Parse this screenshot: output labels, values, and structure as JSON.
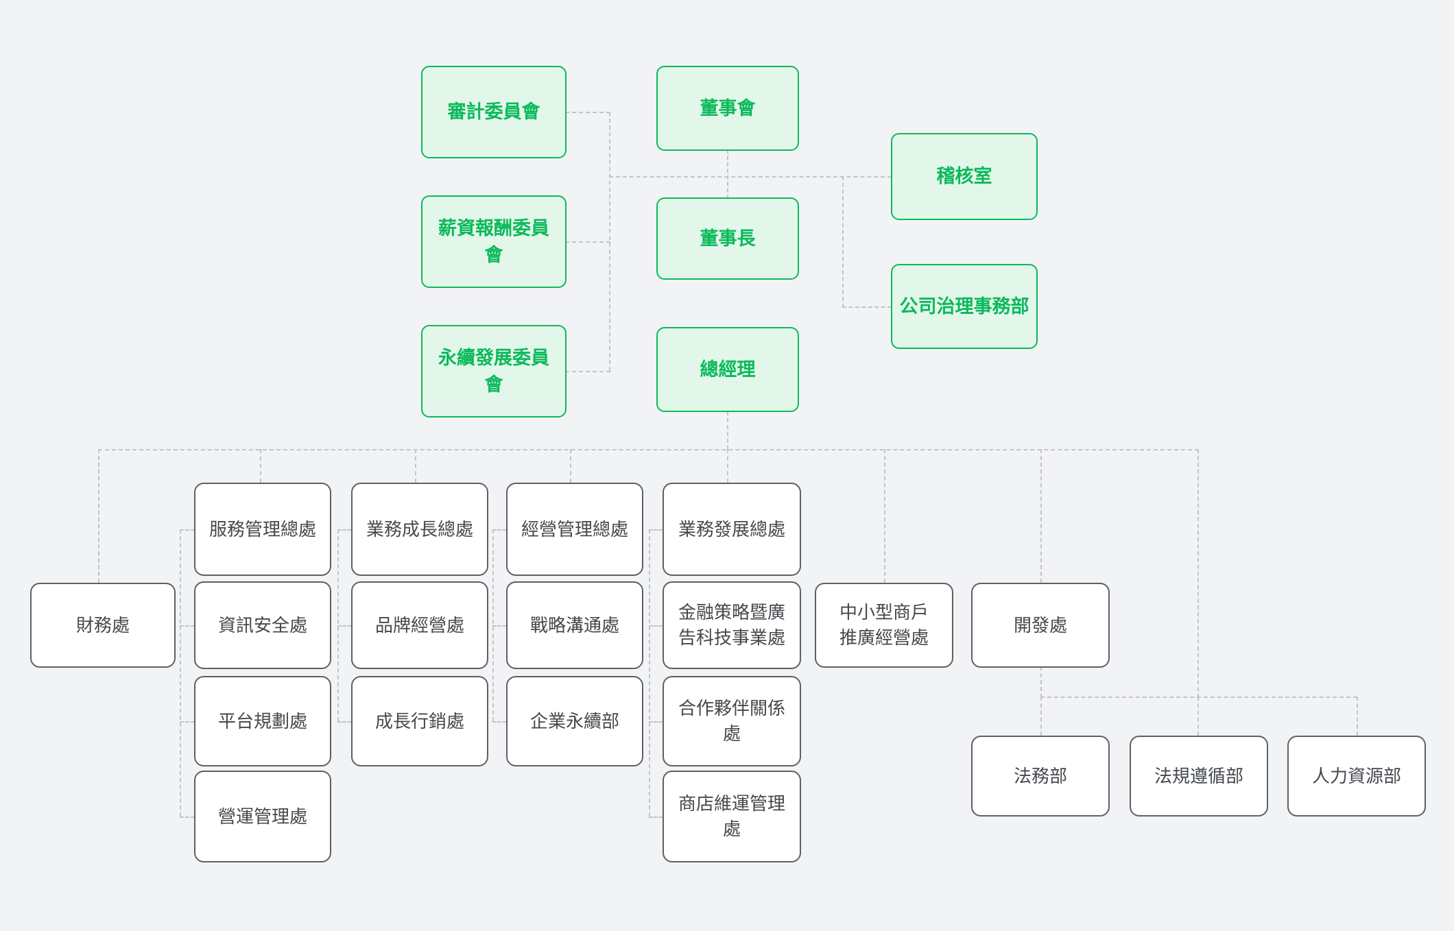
{
  "chart_title": "",
  "colors": {
    "background": "#f2f3f5",
    "green_border": "#0cb95b",
    "green_fill": "#e2f7ea",
    "green_text": "#0cb95b",
    "white_fill": "#ffffff",
    "white_border": "#5c6066",
    "white_text": "#44484d",
    "connector": "#c2c4c7"
  },
  "governance": {
    "committees": [
      {
        "label": "審計委員會"
      },
      {
        "label": "薪資報酬委員會"
      },
      {
        "label": "永續發展委員會"
      }
    ],
    "spine": [
      {
        "label": "董事會"
      },
      {
        "label": "董事長"
      },
      {
        "label": "總經理"
      }
    ],
    "staff": [
      {
        "label": "稽核室"
      },
      {
        "label": "公司治理事務部"
      }
    ]
  },
  "divisions": {
    "finance": {
      "label": "財務處"
    },
    "columns": [
      {
        "head": "服務管理總處",
        "units": [
          "資訊安全處",
          "平台規劃處",
          "營運管理處"
        ]
      },
      {
        "head": "業務成長總處",
        "units": [
          "品牌經營處",
          "成長行銷處"
        ]
      },
      {
        "head": "經營管理總處",
        "units": [
          "戰略溝通處",
          "企業永續部"
        ]
      },
      {
        "head": "業務發展總處",
        "units": [
          "金融策略暨廣\n告科技事業處",
          "合作夥伴關係處",
          "商店維運管理處"
        ]
      }
    ],
    "sme": {
      "label": "中小型商戶\n推廣經營處"
    },
    "development": {
      "label": "開發處"
    },
    "support": [
      {
        "label": "法務部"
      },
      {
        "label": "法規遵循部"
      },
      {
        "label": "人力資源部"
      }
    ]
  }
}
